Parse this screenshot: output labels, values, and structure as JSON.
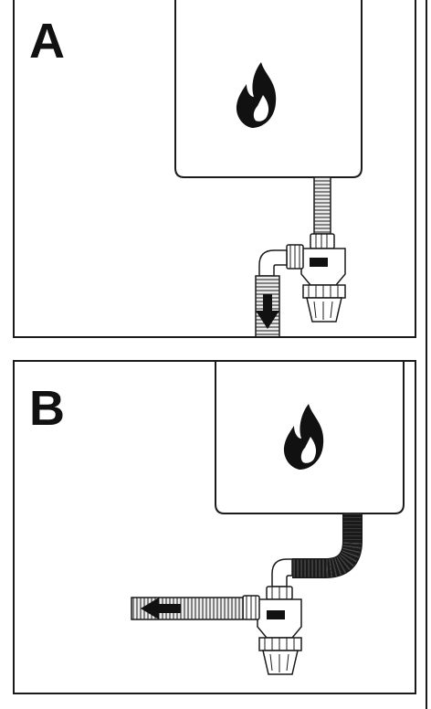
{
  "panels": [
    {
      "id": "A",
      "label": "A",
      "drain_direction": "down"
    },
    {
      "id": "B",
      "label": "B",
      "drain_direction": "left"
    }
  ],
  "icons": {
    "boiler_symbol": "flame-icon",
    "flow_arrow": "arrow-icon"
  },
  "colors": {
    "outline": "#1a1a1a",
    "fill": "#ffffff",
    "hose_fill": "#e9e9e9"
  }
}
